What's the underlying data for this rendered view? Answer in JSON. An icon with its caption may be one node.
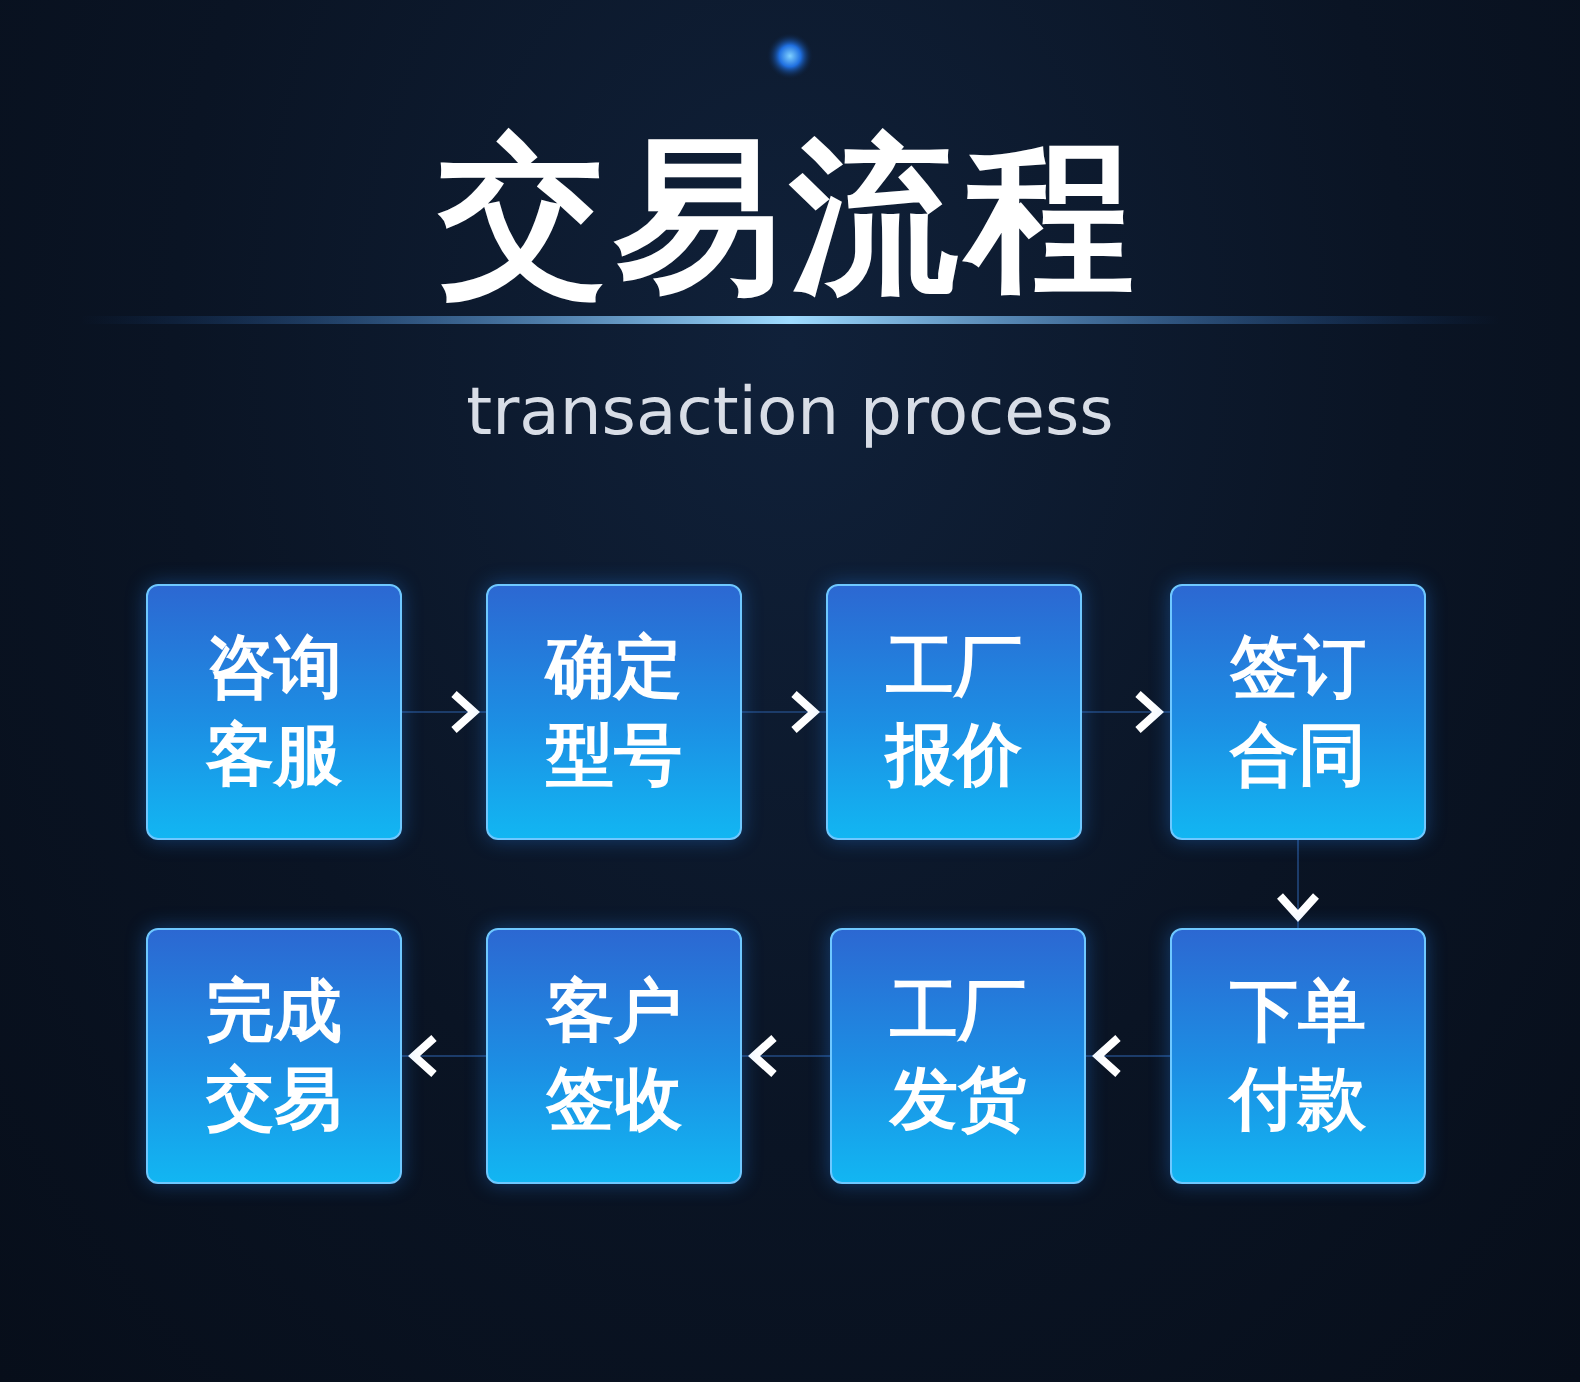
{
  "diagram": {
    "title": "交易流程",
    "caption": "transaction process",
    "nodes": [
      {
        "text": [
          "咨询客服"
        ]
      },
      {
        "text": [
          "确定型号"
        ]
      },
      {
        "text": [
          "工厂报价"
        ]
      },
      {
        "text": [
          "签订合同"
        ]
      },
      {
        "text": [
          "完成交易"
        ]
      },
      {
        "text": [
          "客户签收"
        ]
      },
      {
        "text": [
          "工厂发货"
        ]
      },
      {
        "text": [
          "下单付款"
        ]
      }
    ],
    "edges": [
      {
        "from": 0,
        "to": 1,
        "arrow": "to"
      },
      {
        "from": 1,
        "to": 2,
        "arrow": "to"
      },
      {
        "from": 2,
        "to": 3,
        "arrow": "to"
      },
      {
        "from": 3,
        "to": 7,
        "arrow": "to"
      },
      {
        "from": 7,
        "to": 6,
        "arrow": "to"
      },
      {
        "from": 6,
        "to": 5,
        "arrow": "to"
      },
      {
        "from": 5,
        "to": 4,
        "arrow": "to"
      }
    ]
  }
}
